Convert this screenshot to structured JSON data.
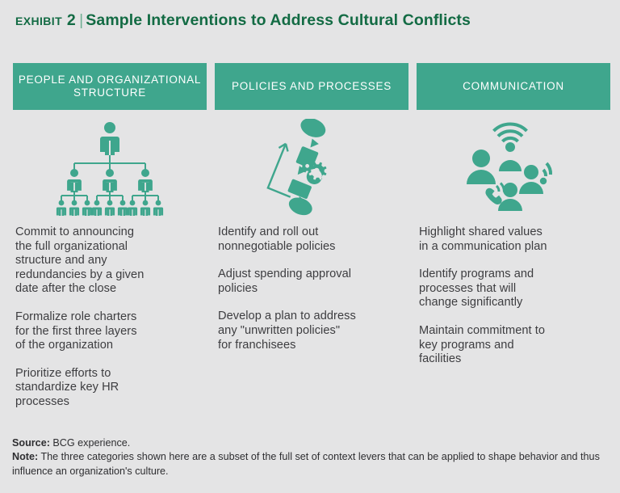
{
  "title": {
    "exhibit_label": "Exhibit 2",
    "separator": "|",
    "headline": "Sample Interventions to Address Cultural Conflicts",
    "color": "#136b44"
  },
  "theme": {
    "background": "#e4e4e5",
    "accent_teal": "#3fa68d",
    "title_green": "#136b44",
    "body_text": "#3d3d40",
    "header_text": "#ffffff"
  },
  "columns": [
    {
      "header": "PEOPLE AND ORGANIZATIONAL STRUCTURE",
      "icon": "org-chart-hierarchy-icon",
      "bullets": [
        "Commit to announcing\nthe full organizational\nstructure and any\nredundancies by a given\ndate after the close",
        "Formalize role charters\nfor the first three layers\nof the organization",
        "Prioritize efforts to\nstandardize key HR\nprocesses"
      ]
    },
    {
      "header": "POLICIES AND PROCESSES",
      "icon": "process-flowchart-gears-icon",
      "bullets": [
        "Identify and roll out\nnonnegotiable policies",
        "Adjust spending approval\npolicies",
        "Develop a plan to address\nany \"unwritten policies\"\nfor franchisees"
      ]
    },
    {
      "header": "COMMUNICATION",
      "icon": "people-broadcast-communication-icon",
      "bullets": [
        "Highlight shared values\nin a  communication plan",
        "Identify programs and\nprocesses that will\nchange significantly",
        "Maintain commitment to\nkey programs and\nfacilities"
      ]
    }
  ],
  "footer": {
    "source_label": "Source:",
    "source_text": "BCG experience.",
    "note_label": "Note:",
    "note_text": "The three categories shown here are a subset of the full set of context levers that can be applied to shape behavior and thus influence an organization's culture."
  }
}
